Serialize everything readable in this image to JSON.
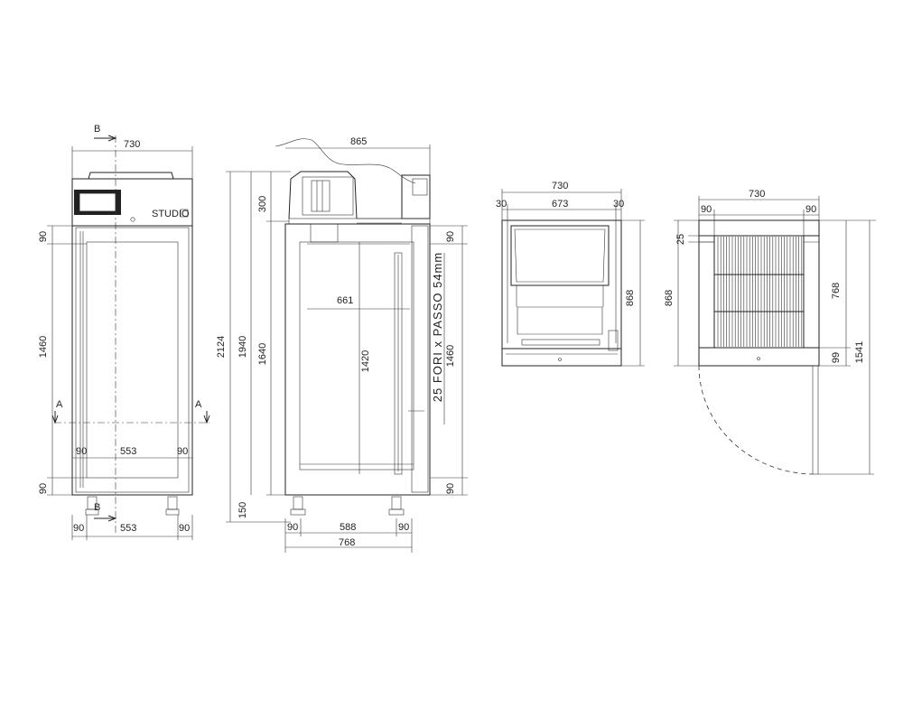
{
  "front_view": {
    "brand": "STUDIO",
    "section_b": "B",
    "section_a": "A",
    "width_total": "730",
    "height_top_band": "90",
    "height_door": "1460",
    "height_bottom_band": "90",
    "inner_left": "90",
    "inner_width": "553",
    "inner_right": "90",
    "feet_left": "90",
    "feet_width": "553",
    "feet_right": "90"
  },
  "side_view": {
    "depth_with_cable": "865",
    "top_unit": "300",
    "total_height": "2124",
    "height_no_legs": "1940",
    "body_height": "1640",
    "legs": "150",
    "inner_depth": "661",
    "inner_height": "1420",
    "holes_label": "25 FORI x PASSO 54mm",
    "door_top": "90",
    "door_height": "1460",
    "door_bottom": "90",
    "feet_left": "90",
    "feet_middle": "588",
    "feet_right": "90",
    "depth_total": "768"
  },
  "top_view": {
    "width_total": "730",
    "side_left": "30",
    "inner_width": "673",
    "side_right": "30",
    "depth": "868"
  },
  "section_view": {
    "width_total": "730",
    "left": "90",
    "right": "90",
    "grid_gap": "25",
    "depth_total": "868",
    "inner_depth": "768",
    "door_part": "99",
    "door_swing": "1541"
  }
}
